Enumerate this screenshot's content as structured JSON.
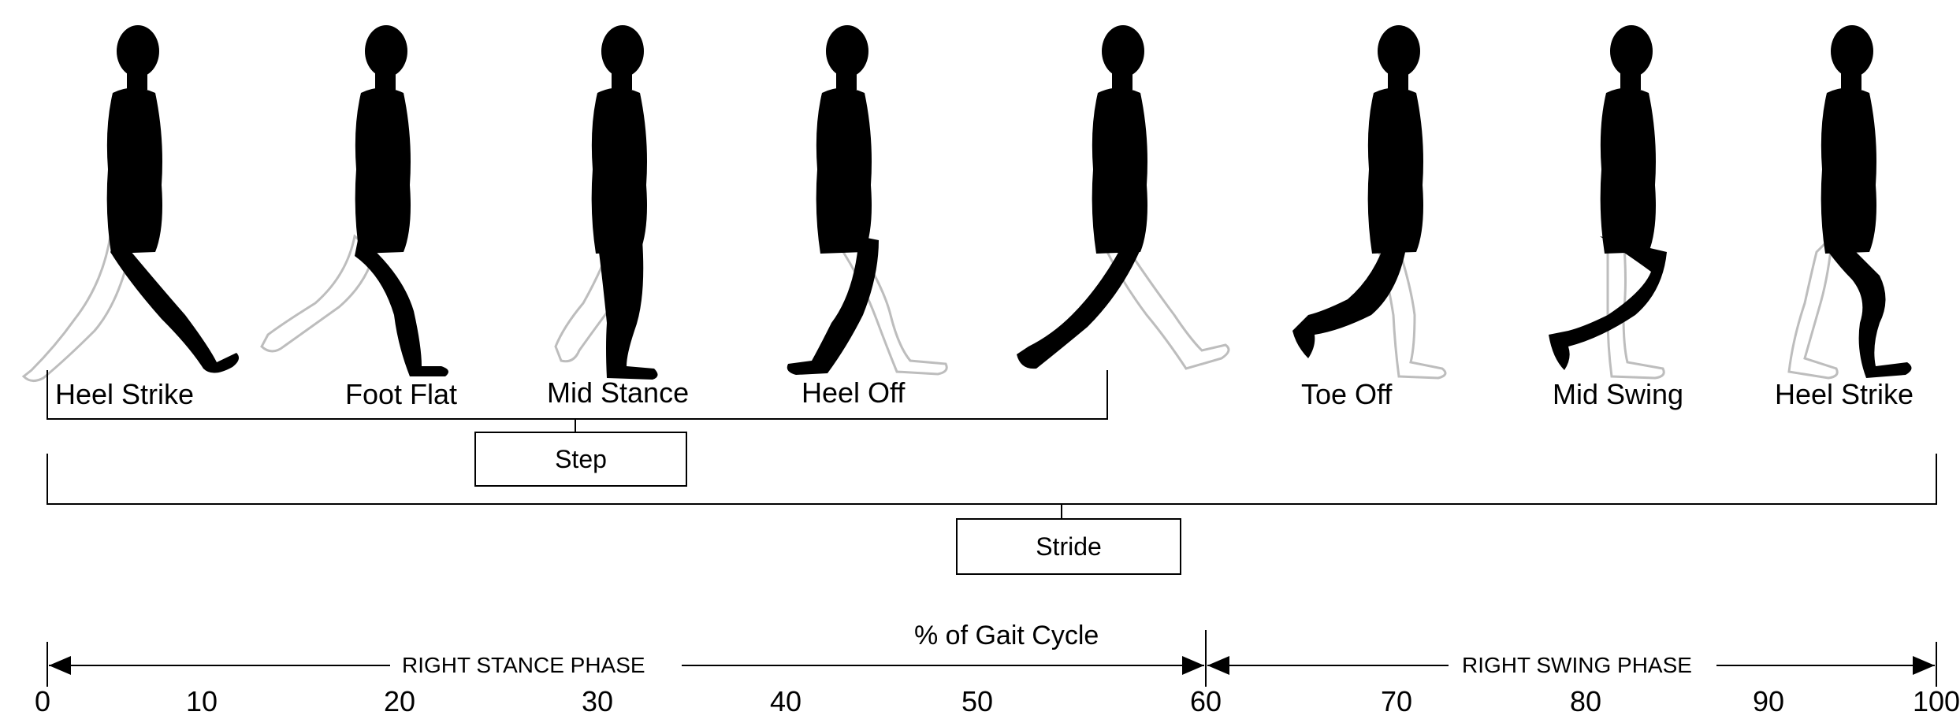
{
  "phases": [
    {
      "label": "Heel Strike"
    },
    {
      "label": "Foot Flat"
    },
    {
      "label": "Mid Stance"
    },
    {
      "label": "Heel Off"
    },
    {
      "label": ""
    },
    {
      "label": "Toe Off"
    },
    {
      "label": "Mid Swing"
    },
    {
      "label": "Heel Strike"
    }
  ],
  "step_label": "Step",
  "stride_label": "Stride",
  "axis": {
    "title": "% of Gait Cycle",
    "ticks": [
      "0",
      "10",
      "20",
      "30",
      "40",
      "50",
      "60",
      "70",
      "80",
      "90",
      "100"
    ],
    "stance_label": "RIGHT STANCE PHASE",
    "swing_label": "RIGHT SWING PHASE"
  },
  "colors": {
    "figure": "#000000",
    "far_leg_fill": "#ffffff",
    "far_leg_outline": "#bdbdbd",
    "line": "#000000"
  }
}
